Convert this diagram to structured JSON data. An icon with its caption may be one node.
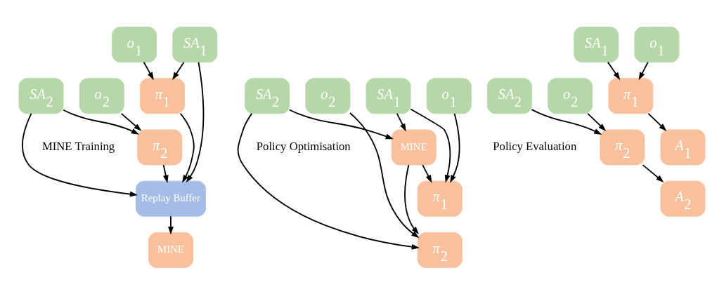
{
  "diagram": {
    "nodes": [
      {
        "text": [
          "*o*$_{1}$"
        ]
      },
      {
        "text": [
          "*SA*$_{1}$"
        ]
      },
      {
        "text": [
          "*π*$_{1}$"
        ]
      },
      {
        "text": [
          "*π*$_{2}$"
        ]
      },
      {
        "text": [
          "Replay Buffer"
        ]
      },
      {
        "text": [
          "MINE"
        ]
      },
      {
        "text": [
          "*o*$_{2}$"
        ]
      },
      {
        "text": [
          "*SA*$_{2}$"
        ]
      },
      {
        "text": [
          "*o*$_{1}$"
        ]
      },
      {
        "text": [
          "*SA*$_{1}$"
        ]
      },
      {
        "text": [
          "*π*$_{1}$"
        ]
      },
      {
        "text": [
          "*π*$_{2}$"
        ]
      },
      {
        "text": [
          "MINE"
        ]
      },
      {
        "text": [
          "*o*$_{2}$"
        ]
      },
      {
        "text": [
          "*SA*$_{2}$"
        ]
      },
      {
        "text": [
          "*o*$_{1}$"
        ]
      },
      {
        "text": [
          "*SA*$_{1}$"
        ]
      },
      {
        "text": [
          "*π*$_{1}$"
        ]
      },
      {
        "text": [
          "*A*$_{1}$"
        ]
      },
      {
        "text": [
          "*π*$_{2}$"
        ]
      },
      {
        "text": [
          "*A*$_{2}$"
        ]
      },
      {
        "text": [
          "*o*$_{2}$"
        ]
      },
      {
        "text": [
          "*SA*$_{2}$"
        ]
      }
    ],
    "edges": [
      {
        "from": 0,
        "to": 2,
        "arrow": "to"
      },
      {
        "from": 1,
        "to": 2,
        "arrow": "to"
      },
      {
        "from": 1,
        "to": 4,
        "arrow": "to"
      },
      {
        "from": 2,
        "to": 4,
        "arrow": "to"
      },
      {
        "from": 3,
        "to": 4,
        "arrow": "to"
      },
      {
        "from": 6,
        "to": 3,
        "arrow": "to"
      },
      {
        "from": 7,
        "to": 3,
        "arrow": "to"
      },
      {
        "from": 7,
        "to": 4,
        "arrow": "to"
      },
      {
        "from": 4,
        "to": 5,
        "arrow": "to"
      },
      {
        "from": 8,
        "to": 10,
        "arrow": "to"
      },
      {
        "from": 9,
        "to": 10,
        "arrow": "to"
      },
      {
        "from": 9,
        "to": 12,
        "arrow": "to"
      },
      {
        "from": 12,
        "to": 10,
        "arrow": "to"
      },
      {
        "from": 12,
        "to": 11,
        "arrow": "to"
      },
      {
        "from": 13,
        "to": 11,
        "arrow": "to"
      },
      {
        "from": 14,
        "to": 11,
        "arrow": "to"
      },
      {
        "from": 14,
        "to": 12,
        "arrow": "to"
      },
      {
        "from": 15,
        "to": 17,
        "arrow": "to"
      },
      {
        "from": 16,
        "to": 17,
        "arrow": "to"
      },
      {
        "from": 17,
        "to": 18,
        "arrow": "to"
      },
      {
        "from": 19,
        "to": 20,
        "arrow": "to"
      },
      {
        "from": 21,
        "to": 19,
        "arrow": "to"
      },
      {
        "from": 22,
        "to": 19,
        "arrow": "to"
      }
    ],
    "labels": [
      "MINE Training",
      "Policy Optimisation",
      "Policy Evaluation"
    ]
  }
}
